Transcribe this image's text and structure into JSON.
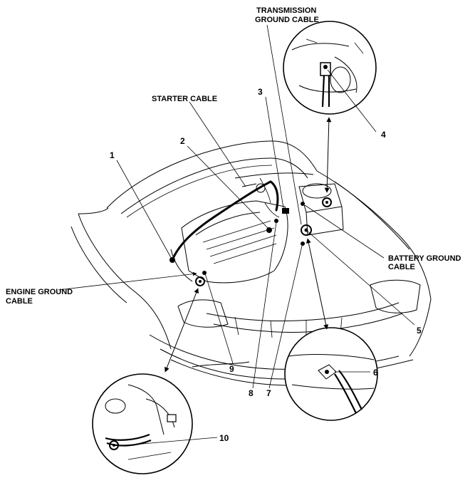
{
  "labels": {
    "transmission_ground_cable_1": "TRANSMISSION",
    "transmission_ground_cable_2": "GROUND CABLE",
    "starter_cable": "STARTER CABLE",
    "battery_ground_cable_1": "BATTERY GROUND",
    "battery_ground_cable_2": "CABLE",
    "engine_ground_cable_1": "ENGINE GROUND",
    "engine_ground_cable_2": "CABLE"
  },
  "callouts": {
    "n1": "1",
    "n2": "2",
    "n3": "3",
    "n4": "4",
    "n5": "5",
    "n6": "6",
    "n7": "7",
    "n8": "8",
    "n9": "9",
    "n10": "10"
  }
}
